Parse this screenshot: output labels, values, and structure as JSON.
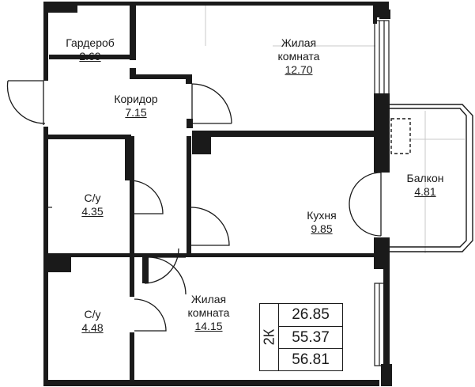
{
  "rooms": [
    {
      "name": "Гардероб",
      "area": "2.69"
    },
    {
      "name": "Жилая комната",
      "name_lines": [
        "Жилая",
        "комната"
      ],
      "area": "12.70"
    },
    {
      "name": "Коридор",
      "area": "7.15"
    },
    {
      "name": "Балкон",
      "area": "4.81"
    },
    {
      "name": "С/у",
      "area": "4.35"
    },
    {
      "name": "Кухня",
      "area": "9.85"
    },
    {
      "name": "С/у",
      "area": "4.48"
    },
    {
      "name": "Жилая комната",
      "name_lines": [
        "Жилая",
        "комната"
      ],
      "area": "14.15"
    }
  ],
  "summary": {
    "type": "2К",
    "living_area": "26.85",
    "total_area": "55.37",
    "total_with_balcony": "56.81"
  },
  "colors": {
    "wall": "#1a1a1a",
    "thin_line": "#333333",
    "guide": "#c8c8c8"
  }
}
